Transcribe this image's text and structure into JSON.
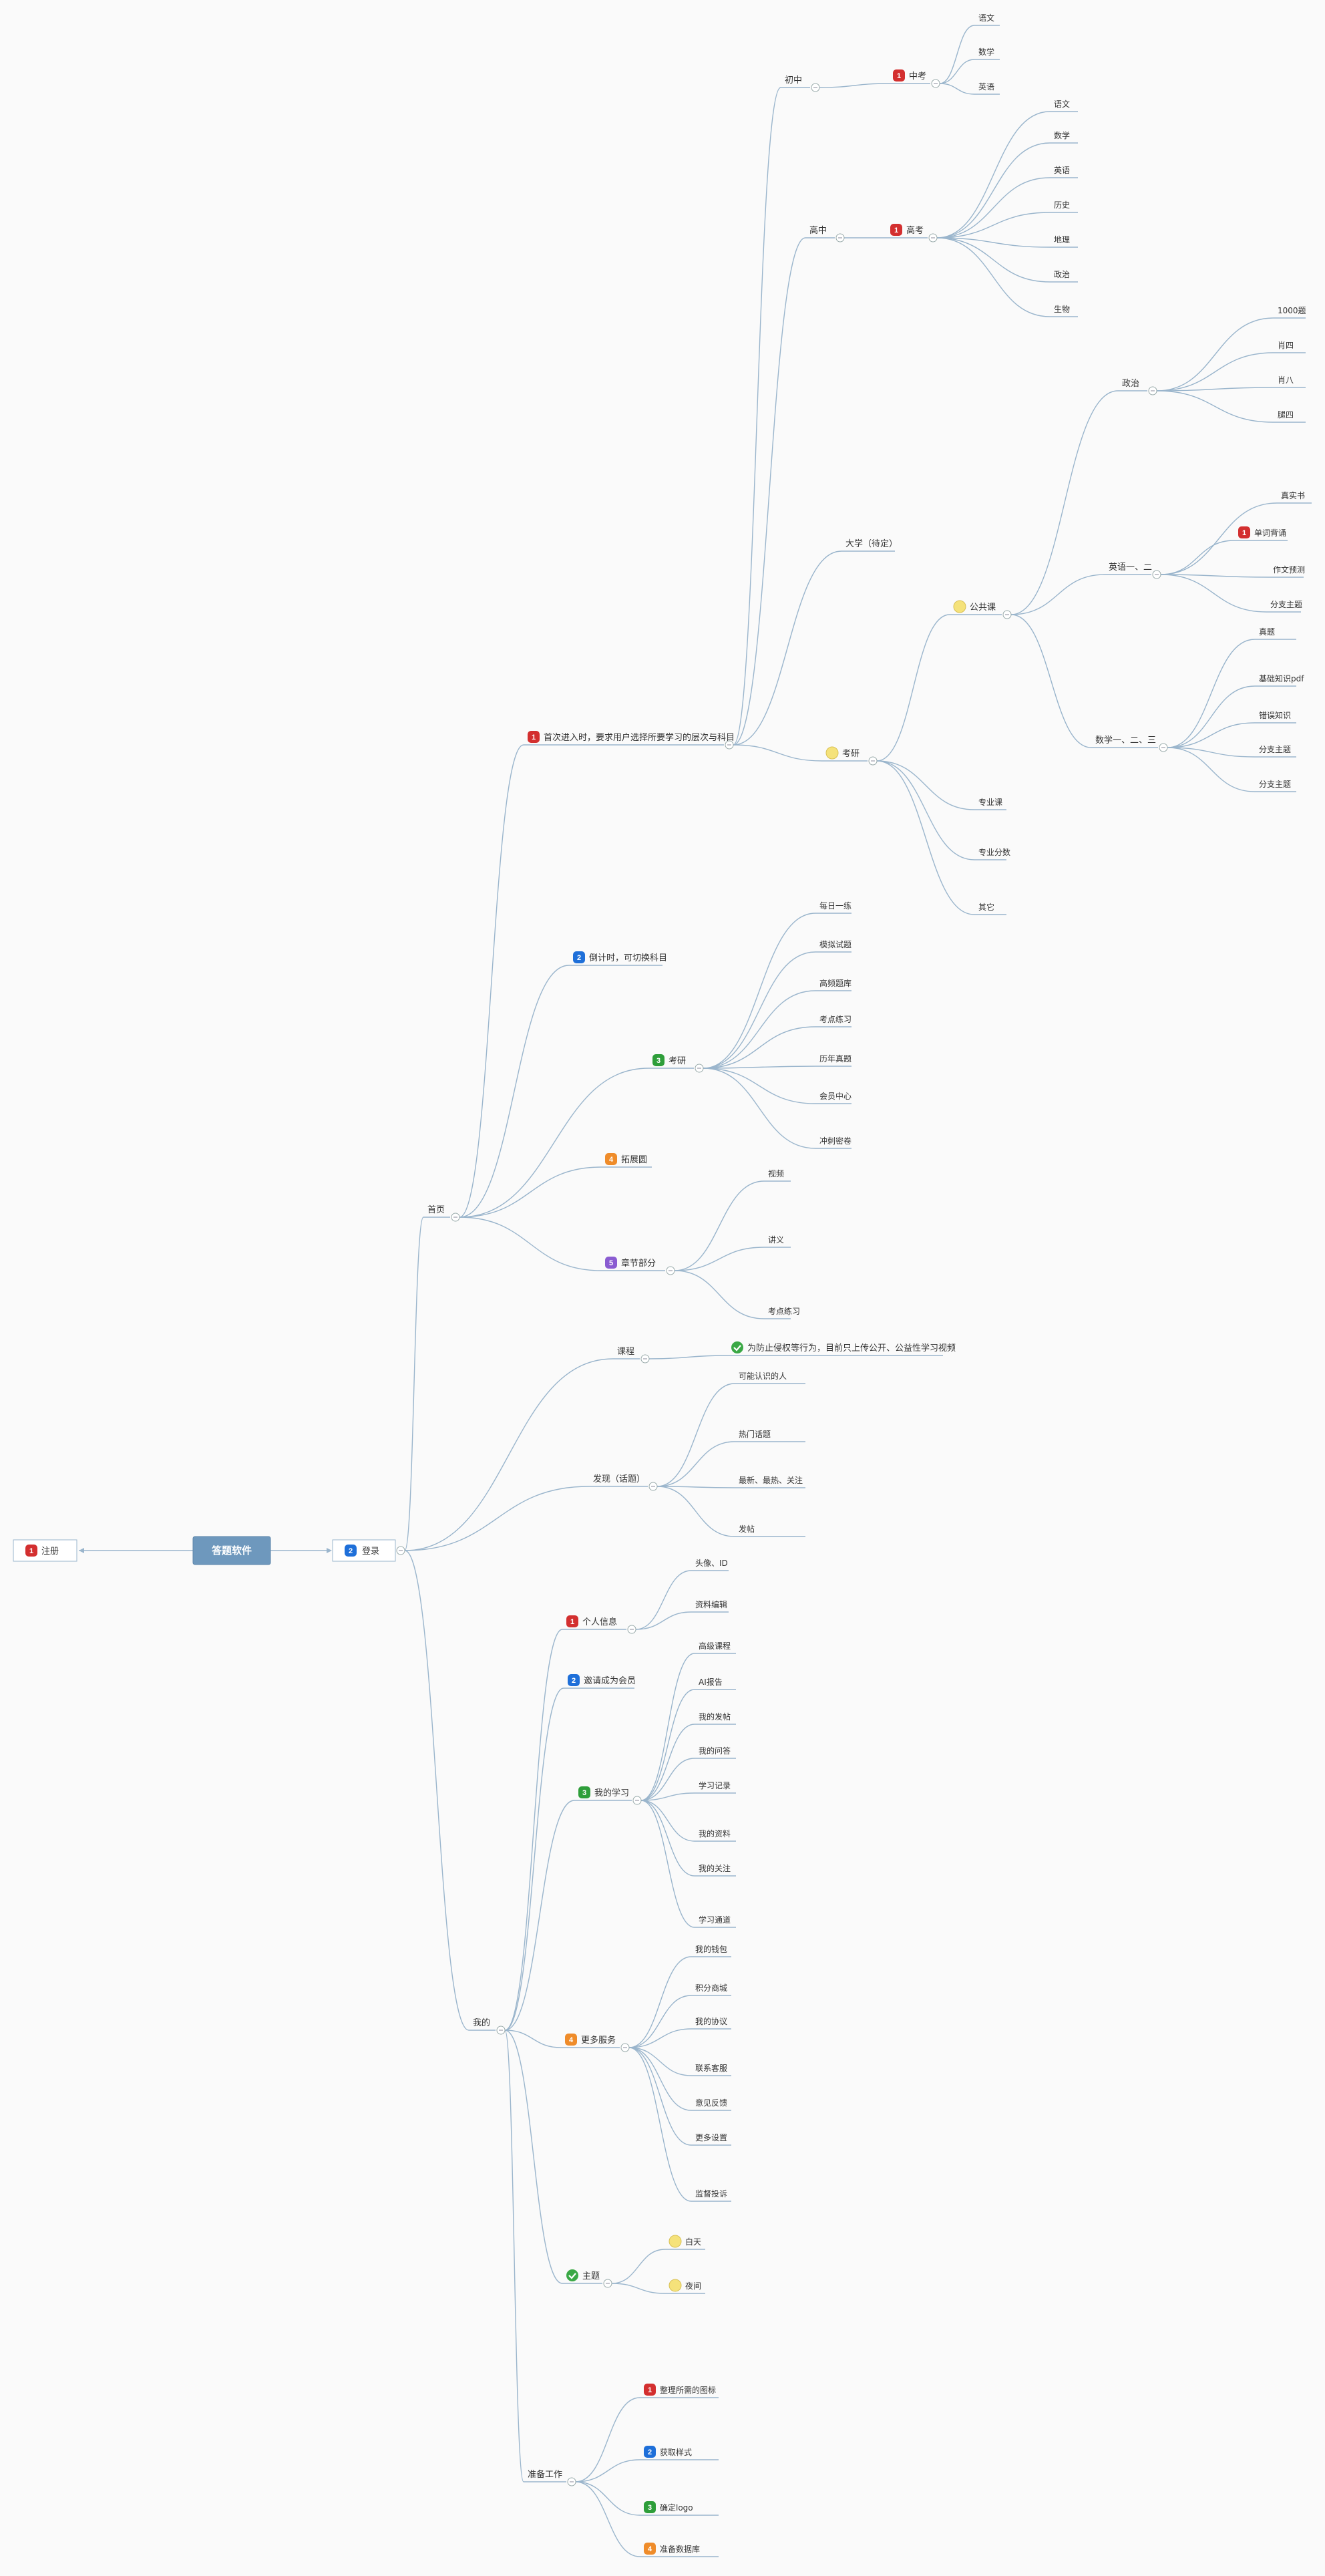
{
  "root": {
    "label": "答题软件"
  },
  "register": {
    "label": "注册",
    "badge": "1"
  },
  "login": {
    "label": "登录",
    "badge": "2"
  },
  "home": {
    "label": "首页"
  },
  "first_entry": {
    "label": "首次进入时，要求用户选择所要学习的层次与科目",
    "badge": "1"
  },
  "chuzhong": {
    "label": "初中"
  },
  "zhongkao": {
    "label": "中考",
    "badge": "1",
    "children": [
      "语文",
      "数学",
      "英语"
    ]
  },
  "gaozhong": {
    "label": "高中"
  },
  "gaokao": {
    "label": "高考",
    "badge": "1",
    "children": [
      "语文",
      "数学",
      "英语",
      "历史",
      "地理",
      "政治",
      "生物"
    ]
  },
  "daxue": {
    "label": "大学（待定）"
  },
  "kaoyan_top": {
    "label": "考研"
  },
  "gonggongke": {
    "label": "公共课"
  },
  "zhengzhi": {
    "label": "政治",
    "children": [
      "1000题",
      "肖四",
      "肖八",
      "腿四"
    ]
  },
  "yingyu12": {
    "label": "英语一、二",
    "children": [
      "真实书",
      "单词背诵",
      "作文预测",
      "分支主题"
    ],
    "badge_child": "单词背诵",
    "badge": "1"
  },
  "shuxue123": {
    "label": "数学一、二、三",
    "children": [
      "真题",
      "基础知识pdf",
      "错误知识",
      "分支主题",
      "分支主题"
    ]
  },
  "kaoyan_more": [
    "专业课",
    "专业分数",
    "其它"
  ],
  "countdown": {
    "label": "倒计时，可切换科目",
    "badge": "2"
  },
  "kaoyan_mid": {
    "label": "考研",
    "badge": "3",
    "children": [
      "每日一练",
      "模拟试题",
      "高频题库",
      "考点练习",
      "历年真题",
      "会员中心",
      "冲刺密卷"
    ]
  },
  "tuozhan": {
    "label": "拓展圆",
    "badge": "4"
  },
  "zhangjie": {
    "label": "章节部分",
    "badge": "5",
    "children": [
      "视频",
      "讲义",
      "考点练习"
    ]
  },
  "kecheng": {
    "label": "课程"
  },
  "kecheng_note": {
    "label": "为防止侵权等行为，目前只上传公开、公益性学习视频"
  },
  "faxian": {
    "label": "发现（话题）",
    "children": [
      "可能认识的人",
      "热门话题",
      "最新、最热、关注",
      "发帖"
    ]
  },
  "wode": {
    "label": "我的"
  },
  "personal": {
    "label": "个人信息",
    "badge": "1",
    "children": [
      "头像、ID",
      "资料编辑"
    ]
  },
  "vip": {
    "label": "邀请成为会员",
    "badge": "2"
  },
  "study": {
    "label": "我的学习",
    "badge": "3",
    "children": [
      "高级课程",
      "AI报告",
      "我的发帖",
      "我的问答",
      "学习记录",
      "我的资料",
      "我的关注",
      "学习通道"
    ]
  },
  "more": {
    "label": "更多服务",
    "badge": "4",
    "children": [
      "我的钱包",
      "积分商城",
      "我的协议",
      "联系客服",
      "意见反馈",
      "更多设置",
      "监督投诉"
    ]
  },
  "theme": {
    "label": "主题",
    "children": [
      "白天",
      "夜间"
    ]
  },
  "prep": {
    "label": "准备工作",
    "children": [
      {
        "label": "整理所需的图标",
        "badge": "1"
      },
      {
        "label": "获取样式",
        "badge": "2"
      },
      {
        "label": "确定logo",
        "badge": "3"
      },
      {
        "label": "准备数据库",
        "badge": "4"
      }
    ]
  },
  "colors": {
    "badge1": "#d32f2f",
    "badge2": "#1e6fd9",
    "badge3": "#2e9e3a",
    "badge4": "#ef8c2a",
    "badge5": "#8a5cd1",
    "check": "#3aa845",
    "sun": "#f5e27a",
    "root": "#6e98bd",
    "line": "#9ab5cc"
  }
}
